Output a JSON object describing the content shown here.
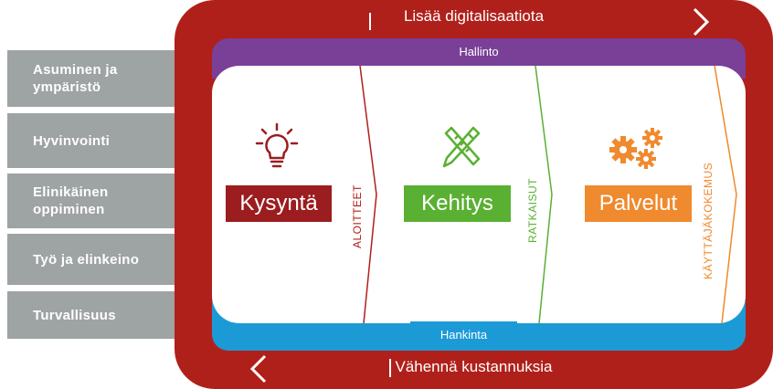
{
  "side_tabs": [
    "Asuminen ja\n ympäristö",
    "Hyvinvointi",
    "Elinikäinen\noppiminen",
    "Työ ja elinkeino",
    "Turvallisuus"
  ],
  "frame": {
    "top_label": "Lisää digitalisaatiota",
    "bottom_label": "Vähennä kustannuksia"
  },
  "bands": {
    "top": "Hallinto",
    "bottom": "Hankinta"
  },
  "stages": [
    {
      "label": "Kysyntä",
      "color": "#9b1d20",
      "icon": "lightbulb-icon"
    },
    {
      "label": "Kehitys",
      "color": "#5ab032",
      "icon": "ruler-pencil-icon"
    },
    {
      "label": "Palvelut",
      "color": "#ef8a2e",
      "icon": "gears-icon"
    }
  ],
  "dividers": [
    {
      "label": "ALOITTEET",
      "color": "#b0201a"
    },
    {
      "label": "RATKAISUT",
      "color": "#5ab032"
    },
    {
      "label": "KÄYTTÄJÄKOKEMUS",
      "color": "#ef8a2e"
    }
  ],
  "colors": {
    "frame": "#b0201a",
    "purple": "#7a3f97",
    "blue": "#1c9ad6",
    "side_tab": "#9ea3a4"
  }
}
